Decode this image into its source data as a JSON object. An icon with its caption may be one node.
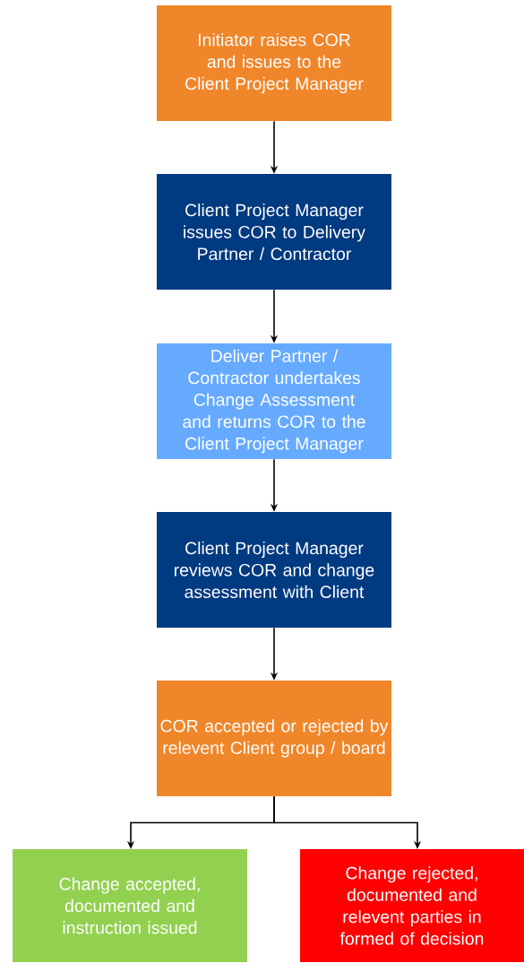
{
  "diagram": {
    "nodes": [
      {
        "text": [
          "Initiator raises COR and issues to the Client Project Manager"
        ]
      },
      {
        "text": [
          "Client Project Manager issues COR to Delivery Partner / Contractor"
        ]
      },
      {
        "text": [
          "Deliver Partner / Contractor undertakes Change Assessment and returns COR to the Client Project Manager"
        ]
      },
      {
        "text": [
          "Client Project Manager reviews COR and change assessment with Client"
        ]
      },
      {
        "text": [
          "COR accepted or rejected by relevent Client group / board"
        ]
      },
      {
        "text": [
          "Change accepted, documented and instruction issued"
        ]
      },
      {
        "text": [
          "Change rejected, documented and relevent parties in formed of decision"
        ]
      }
    ],
    "edges": [
      {
        "from": 0,
        "to": 1,
        "arrow": "to"
      },
      {
        "from": 1,
        "to": 2,
        "arrow": "to"
      },
      {
        "from": 2,
        "to": 3,
        "arrow": "to"
      },
      {
        "from": 3,
        "to": 4,
        "arrow": "to"
      },
      {
        "from": 4,
        "to": 5,
        "arrow": "to"
      },
      {
        "from": 4,
        "to": 6,
        "arrow": "to"
      }
    ]
  }
}
